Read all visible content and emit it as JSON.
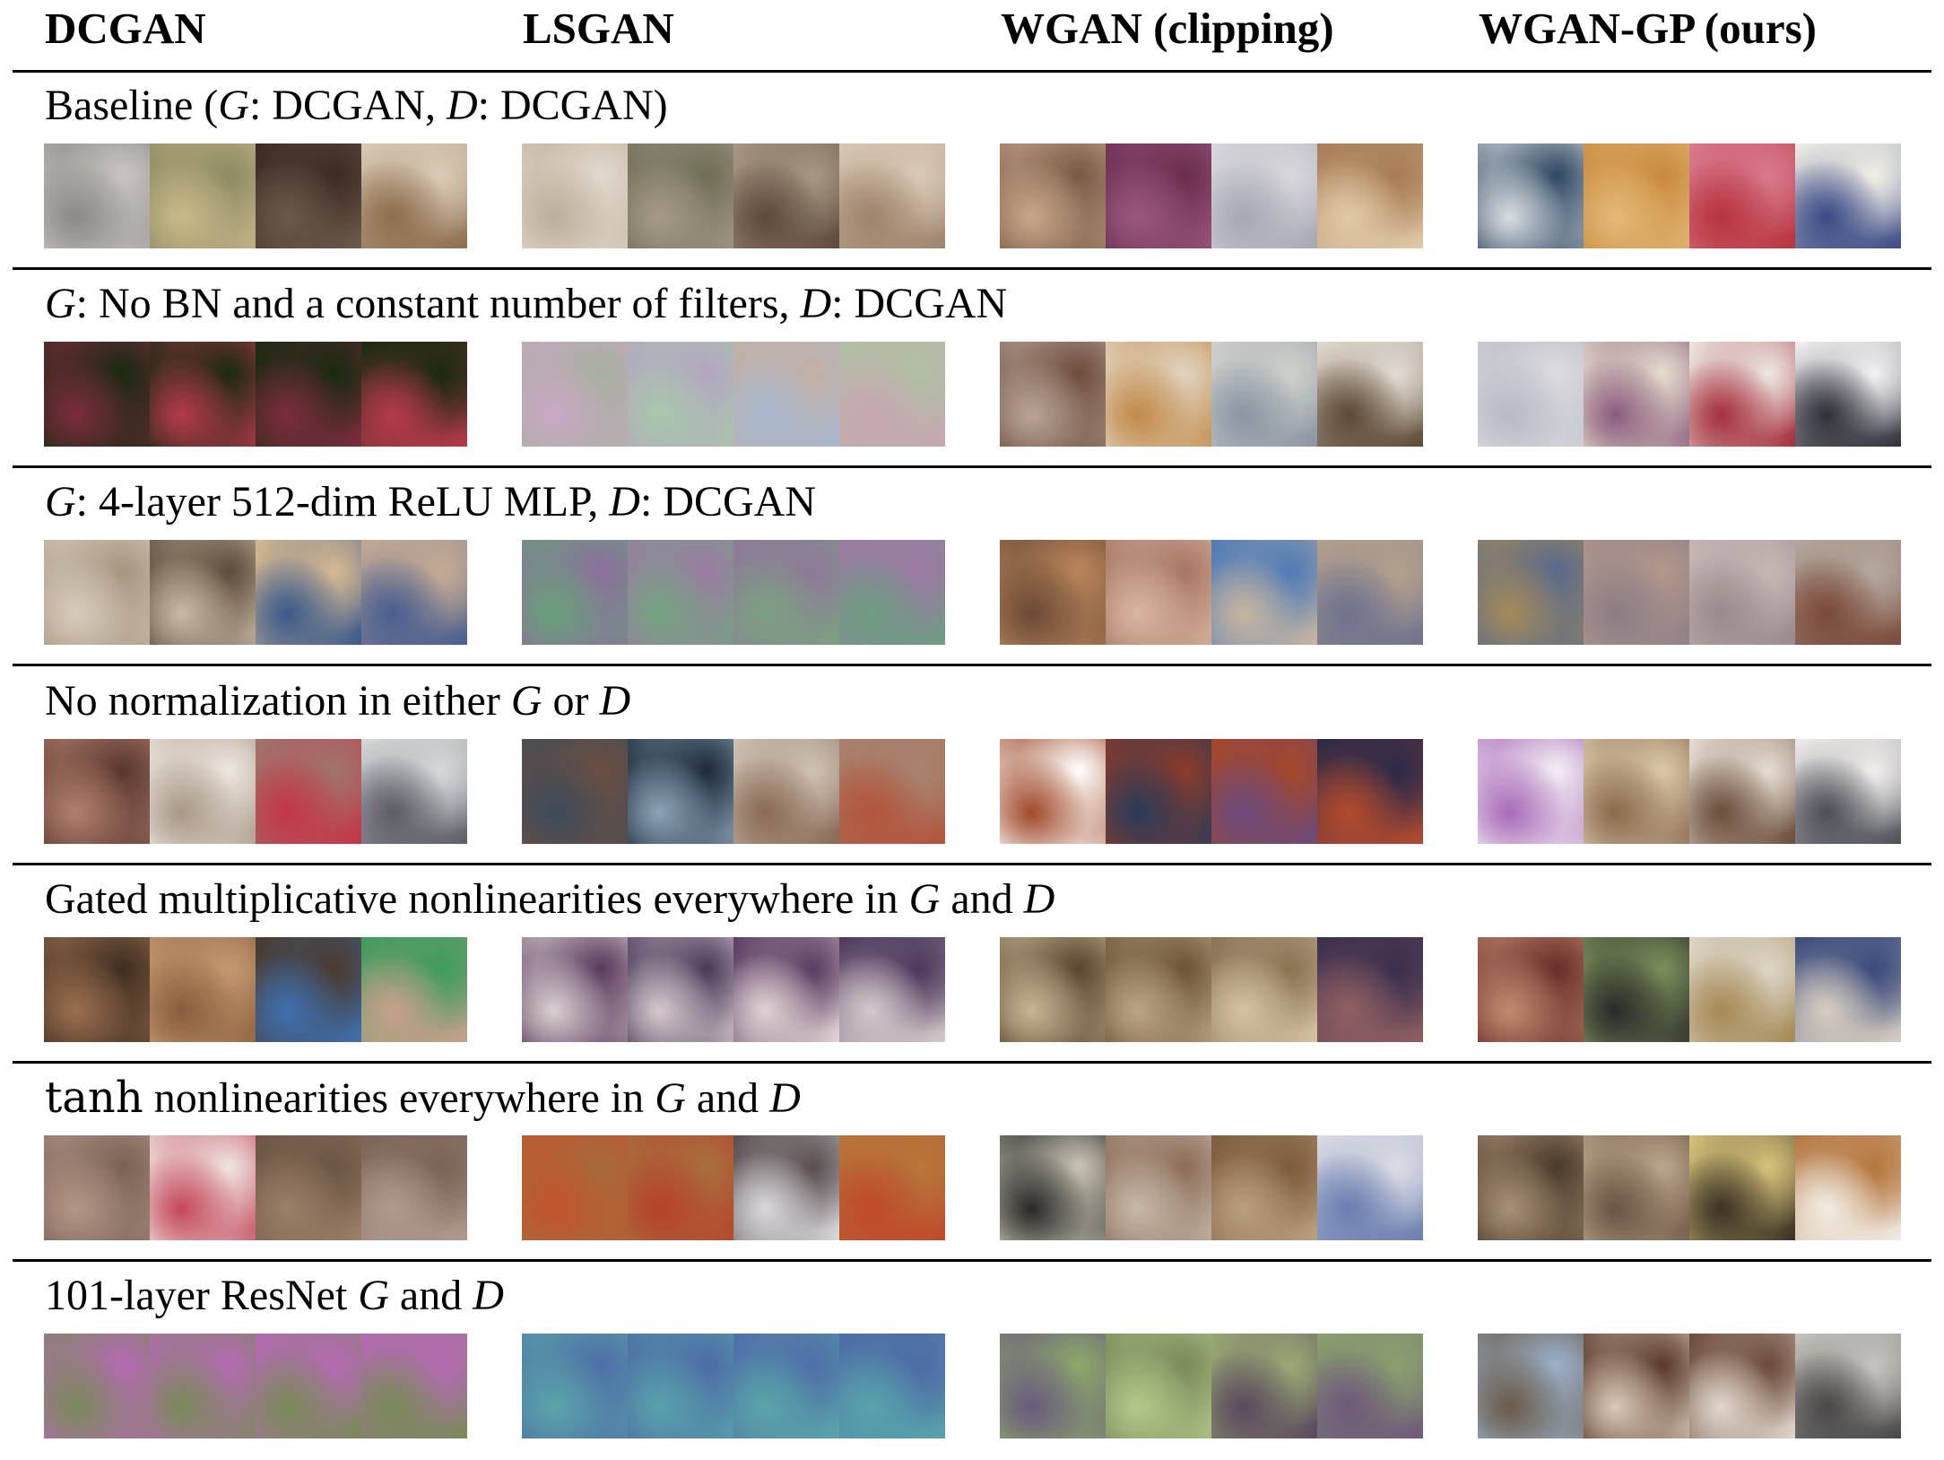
{
  "columns": [
    "DCGAN",
    "LSGAN",
    "WGAN (clipping)",
    "WGAN-GP (ours)"
  ],
  "rows": [
    {
      "title_parts": [
        [
          "Baseline (",
          ""
        ],
        [
          "G",
          "i"
        ],
        [
          ": DCGAN, ",
          ""
        ],
        [
          "D",
          "i"
        ],
        [
          ": DCGAN)",
          ""
        ]
      ],
      "strips": [
        [
          [
            "#c9c4c1",
            "#8a8a86"
          ],
          [
            "#8c8a64",
            "#c9b98a"
          ],
          [
            "#3d2c24",
            "#6b5a4b"
          ],
          [
            "#d9cbb7",
            "#8e6e4e"
          ]
        ],
        [
          [
            "#e2d9cd",
            "#bcae9c"
          ],
          [
            "#6f6e57",
            "#a59a88"
          ],
          [
            "#a89784",
            "#5d4a3b"
          ],
          [
            "#d8c8b5",
            "#9f846c"
          ]
        ],
        [
          [
            "#7a5a44",
            "#c7a68a"
          ],
          [
            "#6a2e4d",
            "#9c5880"
          ],
          [
            "#d8d7dc",
            "#a6a8b3"
          ],
          [
            "#a77b55",
            "#e0c9a5"
          ]
        ],
        [
          [
            "#2f4863",
            "#d9dde0"
          ],
          [
            "#c98a3c",
            "#e3b97a"
          ],
          [
            "#d87a8e",
            "#b8343f"
          ],
          [
            "#f1efe6",
            "#3c4b86"
          ]
        ]
      ]
    },
    {
      "title_parts": [
        [
          "G",
          "i"
        ],
        [
          ": No BN and a constant number of filters, ",
          ""
        ],
        [
          "D",
          "i"
        ],
        [
          ": DCGAN",
          ""
        ]
      ],
      "strips": [
        [
          [
            "#1a2a12",
            "#7b2c3c"
          ],
          [
            "#1a2a12",
            "#b43a4a"
          ],
          [
            "#1a2a12",
            "#7b2c3c"
          ],
          [
            "#1a2a12",
            "#b43a4a"
          ]
        ],
        [
          [
            "#a7b0a0",
            "#c9a8c4"
          ],
          [
            "#b3a6c0",
            "#a9c7ac"
          ],
          [
            "#c1b0a5",
            "#a8b6cc"
          ],
          [
            "#b2bfa6",
            "#c6a6b1"
          ]
        ],
        [
          [
            "#6e4e3d",
            "#b8a498"
          ],
          [
            "#e0d4c0",
            "#c28a4a"
          ],
          [
            "#cfd0cb",
            "#8b96a3"
          ],
          [
            "#e1dbd2",
            "#5e4a36"
          ]
        ],
        [
          [
            "#dcdbe0",
            "#b7b9c4"
          ],
          [
            "#e4dccc",
            "#8c5d7d"
          ],
          [
            "#ece7e1",
            "#a52f3e"
          ],
          [
            "#f2f2f4",
            "#2f3039"
          ]
        ]
      ]
    },
    {
      "title_parts": [
        [
          "G",
          "i"
        ],
        [
          ": 4-layer 512-dim ReLU MLP, ",
          ""
        ],
        [
          "D",
          "i"
        ],
        [
          ": DCGAN",
          ""
        ]
      ],
      "strips": [
        [
          [
            "#a79680",
            "#d7cbbd"
          ],
          [
            "#5d4b3b",
            "#c8baa5"
          ],
          [
            "#d6b890",
            "#3b5b8c"
          ],
          [
            "#c6ab94",
            "#4a5f8f"
          ]
        ],
        [
          [
            "#8b6f9c",
            "#69a07a"
          ],
          [
            "#9a7ca3",
            "#74a380"
          ],
          [
            "#8e7a98",
            "#7c9f82"
          ],
          [
            "#9b7aa3",
            "#6f9c83"
          ]
        ],
        [
          [
            "#b9865b",
            "#6c4a37"
          ],
          [
            "#a77764",
            "#d8b6a0"
          ],
          [
            "#4f7bb6",
            "#c7b5a1"
          ],
          [
            "#b3a08d",
            "#6e738e"
          ]
        ],
        [
          [
            "#5a6a8c",
            "#a38a5a"
          ],
          [
            "#b2968b",
            "#8a7e86"
          ],
          [
            "#c6b6b4",
            "#9a8a8c"
          ],
          [
            "#b4a9a0",
            "#7b4a3a"
          ]
        ]
      ]
    },
    {
      "title_parts": [
        [
          "No normalization in either ",
          ""
        ],
        [
          "G",
          "i"
        ],
        [
          " or ",
          ""
        ],
        [
          "D",
          "i"
        ]
      ],
      "strips": [
        [
          [
            "#5a3830",
            "#b27f6d"
          ],
          [
            "#ece6df",
            "#a99888"
          ],
          [
            "#a0756a",
            "#c4364a"
          ],
          [
            "#d7d8db",
            "#5c5e66"
          ]
        ],
        [
          [
            "#6b4f42",
            "#3e4b5a"
          ],
          [
            "#1e2b3a",
            "#8ca2b6"
          ],
          [
            "#ccc1b4",
            "#8a6b55"
          ],
          [
            "#a78470",
            "#b3553d"
          ]
        ],
        [
          [
            "#ffffff",
            "#a14a2b"
          ],
          [
            "#8b3b2a",
            "#2a3b5a"
          ],
          [
            "#a5472a",
            "#6b4a7b"
          ],
          [
            "#2b2a48",
            "#b24a2e"
          ]
        ],
        [
          [
            "#f3eef4",
            "#a86bb8"
          ],
          [
            "#d9c7a8",
            "#8a6a4d"
          ],
          [
            "#e5dcd2",
            "#6b4e3b"
          ],
          [
            "#f0eeec",
            "#4e5058"
          ]
        ]
      ]
    },
    {
      "title_parts": [
        [
          "Gated multiplicative nonlinearities everywhere in ",
          ""
        ],
        [
          "G",
          "i"
        ],
        [
          " and ",
          ""
        ],
        [
          "D",
          "i"
        ]
      ],
      "strips": [
        [
          [
            "#3f2e22",
            "#9a6f4e"
          ],
          [
            "#c49a72",
            "#8a5e3d"
          ],
          [
            "#4a3a2e",
            "#3f6fae"
          ],
          [
            "#3e9c5c",
            "#c6a08a"
          ]
        ],
        [
          [
            "#5a3a5c",
            "#d8cfcf"
          ],
          [
            "#4a3a5a",
            "#d6c9cc"
          ],
          [
            "#5b3d62",
            "#e0d2d3"
          ],
          [
            "#4d385c",
            "#d3c8ca"
          ]
        ],
        [
          [
            "#5a4630",
            "#c9b594"
          ],
          [
            "#6e5538",
            "#bba587"
          ],
          [
            "#8a7353",
            "#d4c2a3"
          ],
          [
            "#3a2f4e",
            "#8f5f62"
          ]
        ],
        [
          [
            "#6a2e2a",
            "#c28a70"
          ],
          [
            "#7a8f5a",
            "#2a2a2a"
          ],
          [
            "#dcd5c7",
            "#a58a55"
          ],
          [
            "#3a4a7c",
            "#d6cdc0"
          ]
        ]
      ]
    },
    {
      "title_parts": [
        [
          "tanh",
          "m"
        ],
        [
          " nonlinearities everywhere in ",
          ""
        ],
        [
          "G",
          "i"
        ],
        [
          " and ",
          ""
        ],
        [
          "D",
          "i"
        ]
      ],
      "strips": [
        [
          [
            "#7a6256",
            "#b29686"
          ],
          [
            "#efe5e0",
            "#c4485c"
          ],
          [
            "#6b5544",
            "#9b7f66"
          ],
          [
            "#7a6358",
            "#b09a8d"
          ]
        ],
        [
          [
            "#a66a3a",
            "#c2542f"
          ],
          [
            "#a8703d",
            "#b7412c"
          ],
          [
            "#5a4f50",
            "#d8d8dc"
          ],
          [
            "#b7763a",
            "#bf4b2c"
          ]
        ],
        [
          [
            "#c9c4b4",
            "#2a2a2a"
          ],
          [
            "#8c6e5a",
            "#c6b8a8"
          ],
          [
            "#7e5b3e",
            "#b9a07e"
          ],
          [
            "#dcdce4",
            "#6a7eb0"
          ]
        ],
        [
          [
            "#4b3b2b",
            "#a89076"
          ],
          [
            "#b8a58a",
            "#6a5444"
          ],
          [
            "#d6c27a",
            "#3a3224"
          ],
          [
            "#b5763e",
            "#f1ece4"
          ]
        ]
      ]
    },
    {
      "title_parts": [
        [
          "101-layer ResNet ",
          ""
        ],
        [
          "G",
          "i"
        ],
        [
          " and ",
          ""
        ],
        [
          "D",
          "i"
        ]
      ],
      "strips": [
        [
          [
            "#b46ab2",
            "#7a8a5a"
          ],
          [
            "#b46ab2",
            "#7a8a5a"
          ],
          [
            "#b46ab2",
            "#7a8a5a"
          ],
          [
            "#b46ab2",
            "#7a8a5a"
          ]
        ],
        [
          [
            "#4f6fa8",
            "#5aa4a8"
          ],
          [
            "#4e6ca6",
            "#58a2aa"
          ],
          [
            "#4f6fa8",
            "#5aa4a8"
          ],
          [
            "#4e6ca6",
            "#58a2aa"
          ]
        ],
        [
          [
            "#8ca86a",
            "#6a5a7e"
          ],
          [
            "#7a8a5a",
            "#b3c88a"
          ],
          [
            "#9aa874",
            "#5a4a5e"
          ],
          [
            "#8aa06e",
            "#6e5a7a"
          ]
        ],
        [
          [
            "#9ab0c8",
            "#6a5a4a"
          ],
          [
            "#5a3a2a",
            "#d8c8b8"
          ],
          [
            "#6b4a3a",
            "#e0d6cc"
          ],
          [
            "#c6c2be",
            "#4a4848"
          ]
        ]
      ]
    }
  ]
}
